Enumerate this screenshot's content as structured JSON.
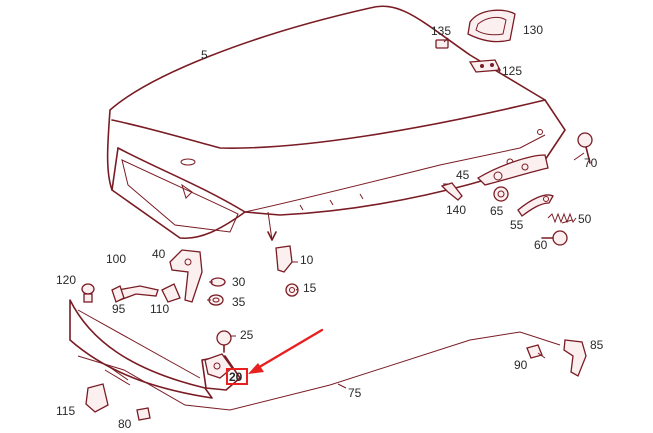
{
  "labels": {
    "l5": "5",
    "l10": "10",
    "l15": "15",
    "l20": "20",
    "l25": "25",
    "l30": "30",
    "l35": "35",
    "l40": "40",
    "l45": "45",
    "l50": "50",
    "l55": "55",
    "l60": "60",
    "l65": "65",
    "l70": "70",
    "l75": "75",
    "l80": "80",
    "l85": "85",
    "l90": "90",
    "l95": "95",
    "l100": "100",
    "l110": "110",
    "l115": "115",
    "l120": "120",
    "l125": "125",
    "l130": "130",
    "l135": "135",
    "l140": "140"
  },
  "highlight": {
    "part_number": "20",
    "color": "#e8201f"
  },
  "line_color": "#7a1c24"
}
